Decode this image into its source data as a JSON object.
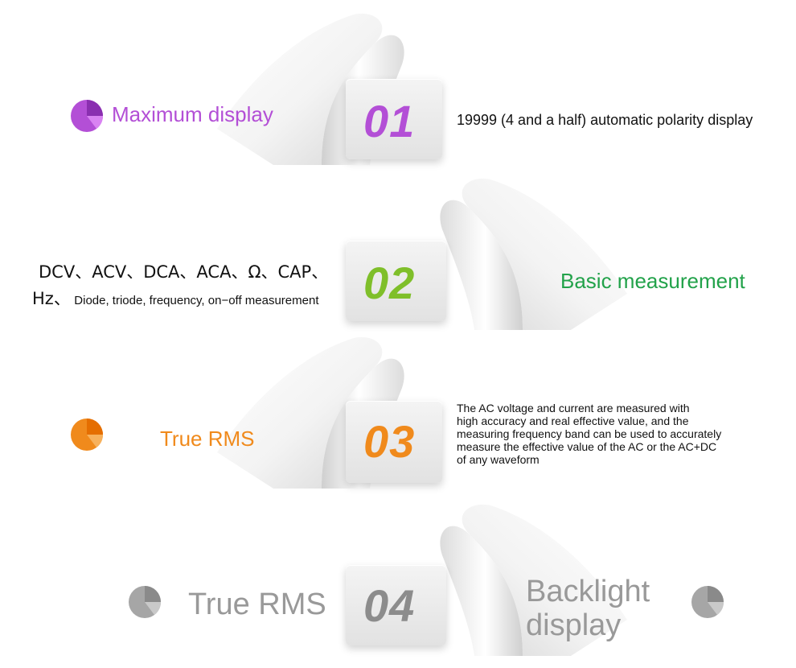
{
  "colors": {
    "purple": "#b34fd6",
    "green": "#22a24a",
    "orange": "#f08a1c",
    "gray": "#999999"
  },
  "features": [
    {
      "number": "01",
      "title": "Maximum display",
      "description": "19999 (4 and a half) automatic polarity display"
    },
    {
      "number": "02",
      "title": "Basic measurement",
      "description_line1": "DCV、ACV、DCA、ACA、Ω、CAP、",
      "description_line2_prefix": "Hz、",
      "description_line2": "Diode, triode, frequency, on−off measurement"
    },
    {
      "number": "03",
      "title": "True RMS",
      "description": [
        "The AC voltage and current are measured with",
        "high accuracy and real effective value, and the",
        "measuring frequency band can be used to accurately",
        "measure the effective value of the AC or the AC+DC",
        "of any waveform"
      ]
    },
    {
      "number": "04",
      "title": "True RMS",
      "description_line1": "Backlight",
      "description_line2": "display"
    }
  ]
}
